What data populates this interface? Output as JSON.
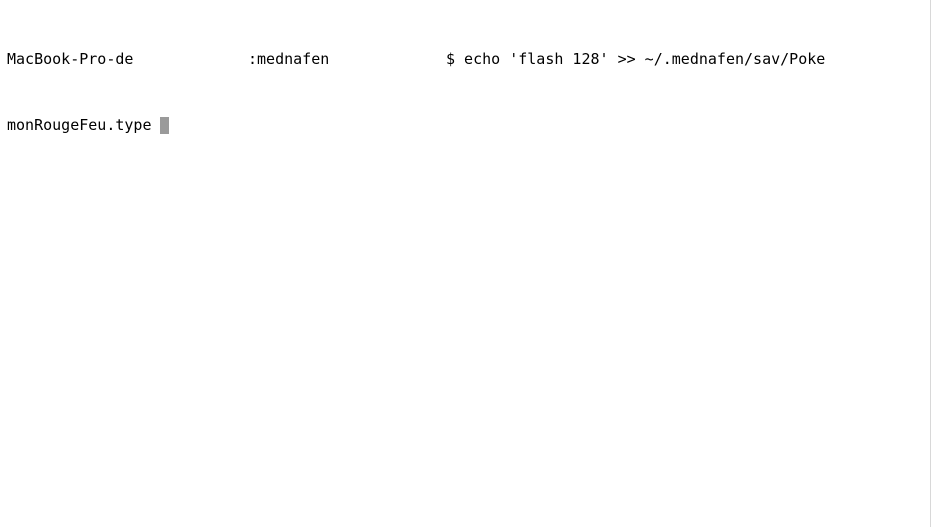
{
  "terminal": {
    "hostname": "MacBook-Pro-de",
    "path": ":mednafen",
    "prompt_command": "$ echo 'flash 128' >> ~/.mednafen/sav/Poke",
    "wrapped_line": "monRougeFeu.type"
  },
  "colors": {
    "background": "#ffffff",
    "text": "#000000",
    "cursor": "#9a9a9a"
  }
}
